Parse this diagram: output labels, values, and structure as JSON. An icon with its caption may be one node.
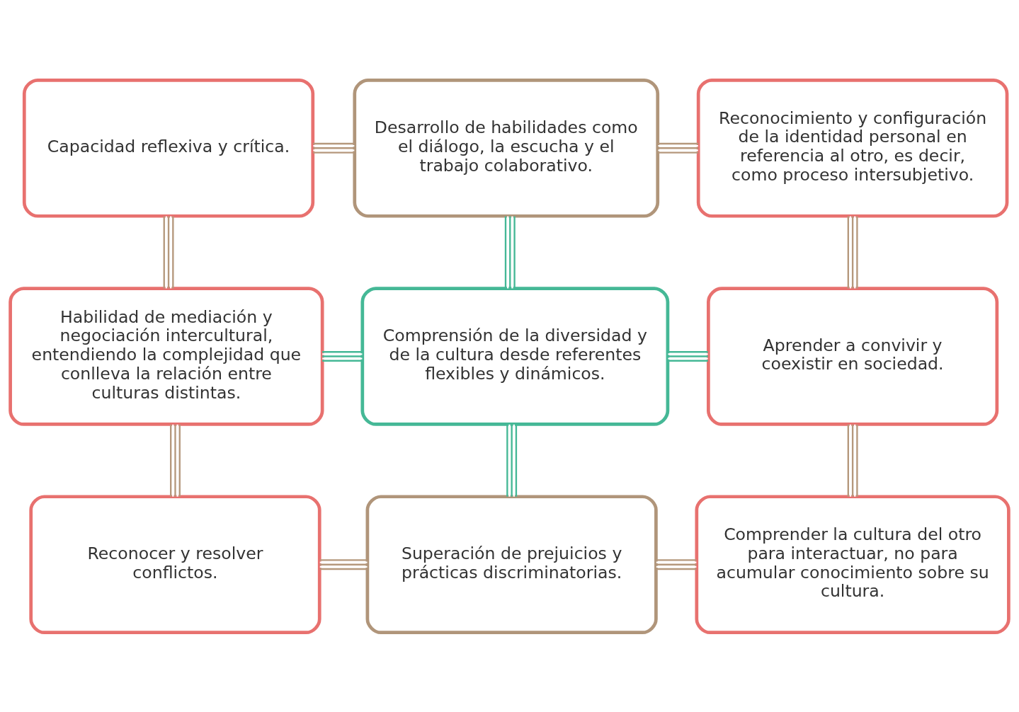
{
  "diagram": {
    "nodes": [
      {
        "text": [
          "Capacidad reflexiva y crítica."
        ]
      },
      {
        "text": [
          "Desarrollo de habilidades como el diálogo, la escucha y el trabajo colaborativo."
        ]
      },
      {
        "text": [
          "Reconocimiento y configuración de la identidad personal en referencia al otro, es decir, como proceso intersubjetivo."
        ]
      },
      {
        "text": [
          "Habilidad de mediación y negociación intercultural, entendiendo la complejidad que conlleva la relación entre culturas distintas."
        ]
      },
      {
        "text": [
          "Comprensión de la diversidad y de la cultura desde referentes flexibles y dinámicos."
        ]
      },
      {
        "text": [
          "Aprender a convivir y coexistir en sociedad."
        ]
      },
      {
        "text": [
          "Reconocer y resolver conflictos."
        ]
      },
      {
        "text": [
          "Superación de prejuicios y prácticas discriminatorias."
        ]
      },
      {
        "text": [
          "Comprender la cultura del otro para interactuar, no para acumular conocimiento sobre su cultura."
        ]
      }
    ],
    "edges": [
      {
        "from": 0,
        "to": 1,
        "arrow": "none"
      },
      {
        "from": 1,
        "to": 2,
        "arrow": "none"
      },
      {
        "from": 0,
        "to": 3,
        "arrow": "none"
      },
      {
        "from": 1,
        "to": 4,
        "arrow": "none",
        "color": "#45b896"
      },
      {
        "from": 2,
        "to": 5,
        "arrow": "none"
      },
      {
        "from": 3,
        "to": 4,
        "arrow": "none",
        "color": "#45b896"
      },
      {
        "from": 4,
        "to": 5,
        "arrow": "none",
        "color": "#45b896"
      },
      {
        "from": 3,
        "to": 6,
        "arrow": "none"
      },
      {
        "from": 4,
        "to": 7,
        "arrow": "none",
        "color": "#45b896"
      },
      {
        "from": 5,
        "to": 8,
        "arrow": "none"
      },
      {
        "from": 6,
        "to": 7,
        "arrow": "none"
      },
      {
        "from": 7,
        "to": 8,
        "arrow": "none"
      }
    ]
  }
}
